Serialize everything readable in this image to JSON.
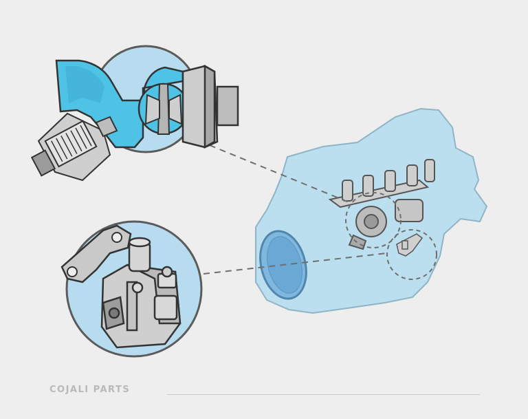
{
  "footer": {
    "brand": "COJALI PARTS"
  },
  "colors": {
    "background": "#eeeeee",
    "engine_fill": "#bcdff0",
    "engine_stroke": "#8fb4c6",
    "circle_fill": "#b7dcef",
    "circle_stroke": "#5b5b5b",
    "fluid_cyan": "#4ec3e6",
    "part_gray": "#c9c9c9",
    "part_dark": "#8a8a8a",
    "outline": "#333333",
    "leader_line": "#6e6e6e"
  },
  "diagram": {
    "callouts": [
      {
        "name": "turbocharger-egr-detail",
        "icon": "turbocharger-cutaway-icon"
      },
      {
        "name": "bracket-valve-detail",
        "icon": "egr-valve-bracket-icon"
      }
    ],
    "targets": [
      "turbo-region-target",
      "valve-region-target"
    ],
    "engine": {
      "icon": "engine-block-silhouette"
    }
  }
}
